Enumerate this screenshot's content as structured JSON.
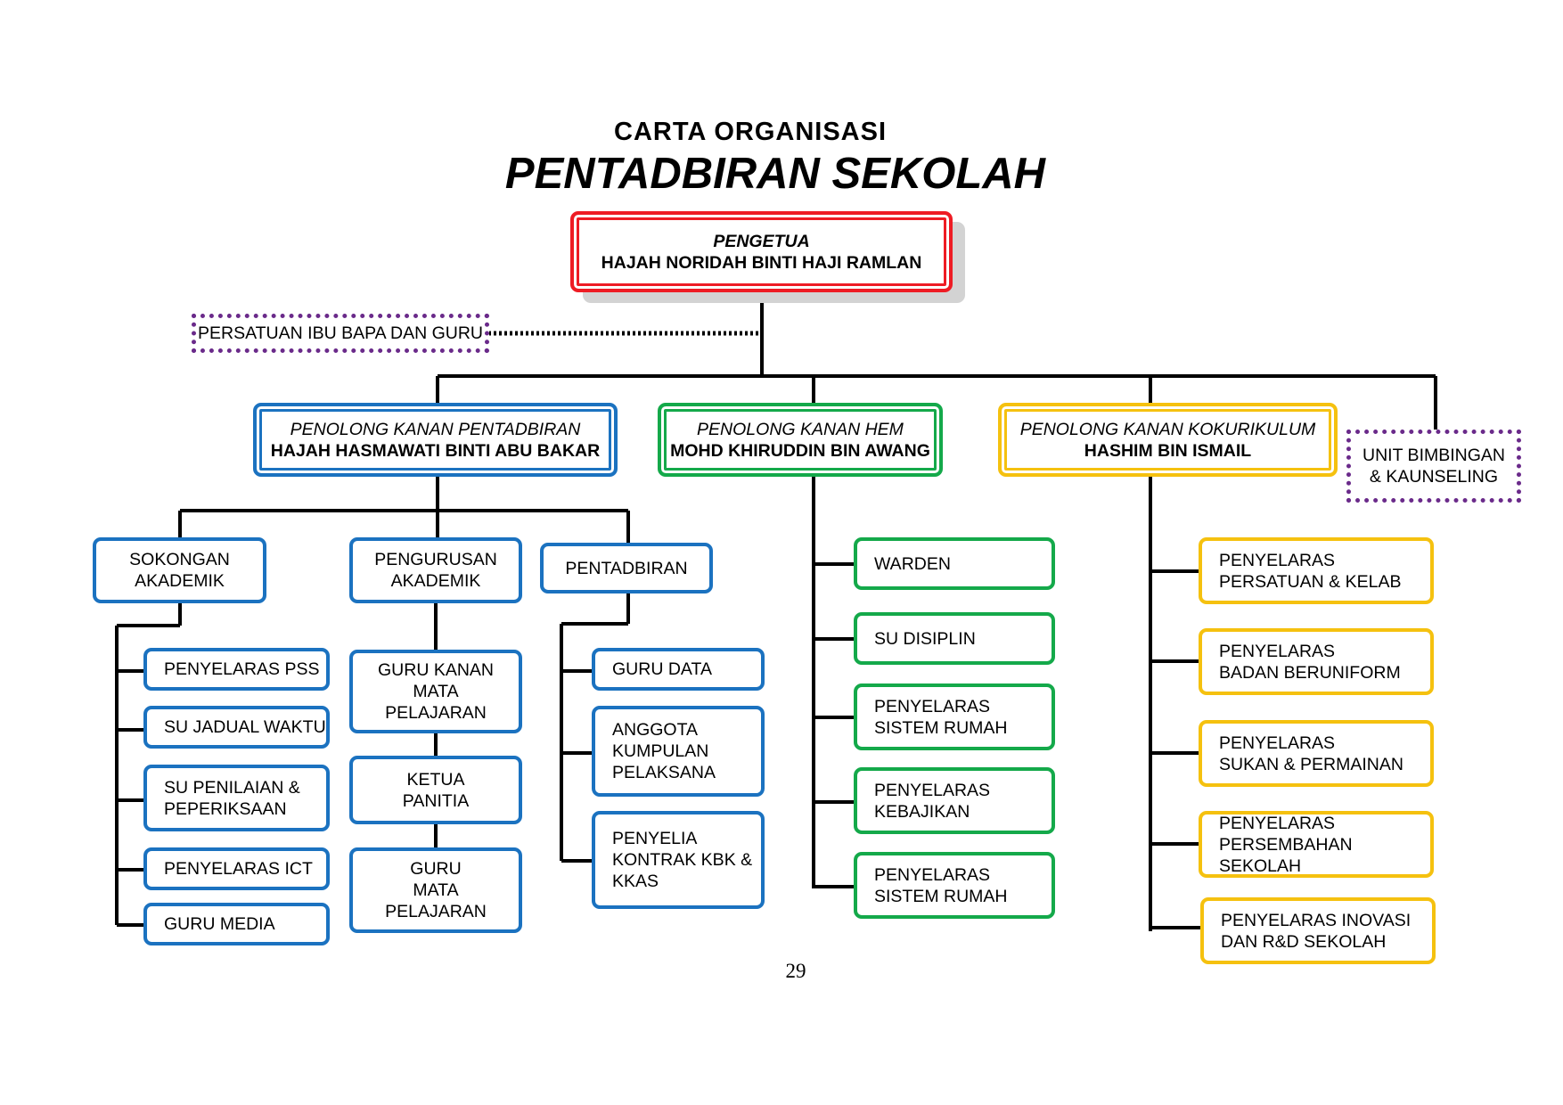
{
  "header": {
    "title": "CARTA ORGANISASI",
    "subtitle": "PENTADBIRAN SEKOLAH"
  },
  "principal": {
    "role": "PENGETUA",
    "name": "HAJAH NORIDAH BINTI HAJI RAMLAN"
  },
  "pta": {
    "label": "PERSATUAN IBU BAPA DAN GURU"
  },
  "deputies": {
    "admin": {
      "role": "PENOLONG KANAN PENTADBIRAN",
      "name": "HAJAH HASMAWATI BINTI ABU BAKAR"
    },
    "hem": {
      "role": "PENOLONG KANAN HEM",
      "name": "MOHD KHIRUDDIN BIN AWANG"
    },
    "koku": {
      "role": "PENOLONG KANAN KOKURIKULUM",
      "name": "HASHIM BIN ISMAIL"
    }
  },
  "counseling": {
    "line1": "UNIT BIMBINGAN",
    "line2": "& KAUNSELING"
  },
  "admin_units": {
    "sokongan": {
      "line1": "SOKONGAN",
      "line2": "AKADEMIK"
    },
    "pengurusan": {
      "line1": "PENGURUSAN",
      "line2": "AKADEMIK"
    },
    "pentadbiran": {
      "label": "PENTADBIRAN"
    }
  },
  "sokongan_items": [
    {
      "line1": "PENYELARAS PSS"
    },
    {
      "line1": "SU JADUAL WAKTU"
    },
    {
      "line1": "SU PENILAIAN &",
      "line2": "PEPERIKSAAN"
    },
    {
      "line1": "PENYELARAS ICT"
    },
    {
      "line1": "GURU MEDIA"
    }
  ],
  "pengurusan_items": [
    {
      "line1": "GURU KANAN",
      "line2": "MATA",
      "line3": "PELAJARAN"
    },
    {
      "line1": "KETUA",
      "line2": "PANITIA"
    },
    {
      "line1": "GURU",
      "line2": "MATA",
      "line3": "PELAJARAN"
    }
  ],
  "pentadbiran_items": [
    {
      "line1": "GURU DATA"
    },
    {
      "line1": "ANGGOTA",
      "line2": "KUMPULAN",
      "line3": "PELAKSANA"
    },
    {
      "line1": "PENYELIA",
      "line2": "KONTRAK KBK &",
      "line3": "KKAS"
    }
  ],
  "hem_items": [
    {
      "line1": "WARDEN"
    },
    {
      "line1": "SU DISIPLIN"
    },
    {
      "line1": "PENYELARAS",
      "line2": "SISTEM RUMAH"
    },
    {
      "line1": "PENYELARAS",
      "line2": "KEBAJIKAN"
    },
    {
      "line1": "PENYELARAS",
      "line2": "SISTEM RUMAH"
    }
  ],
  "koku_items": [
    {
      "line1": "PENYELARAS",
      "line2": "PERSATUAN & KELAB"
    },
    {
      "line1": "PENYELARAS",
      "line2": "BADAN BERUNIFORM"
    },
    {
      "line1": "PENYELARAS",
      "line2": "SUKAN & PERMAINAN"
    },
    {
      "line1": "PENYELARAS",
      "line2": "PERSEMBAHAN SEKOLAH"
    },
    {
      "line1": "PENYELARAS INOVASI",
      "line2": "DAN R&D SEKOLAH"
    }
  ],
  "page_number": "29",
  "colors": {
    "principal": "#ee1c24",
    "admin": "#1b72c0",
    "hem": "#14a94a",
    "koku": "#f5c10f",
    "dotted": "#6a2a8a"
  }
}
